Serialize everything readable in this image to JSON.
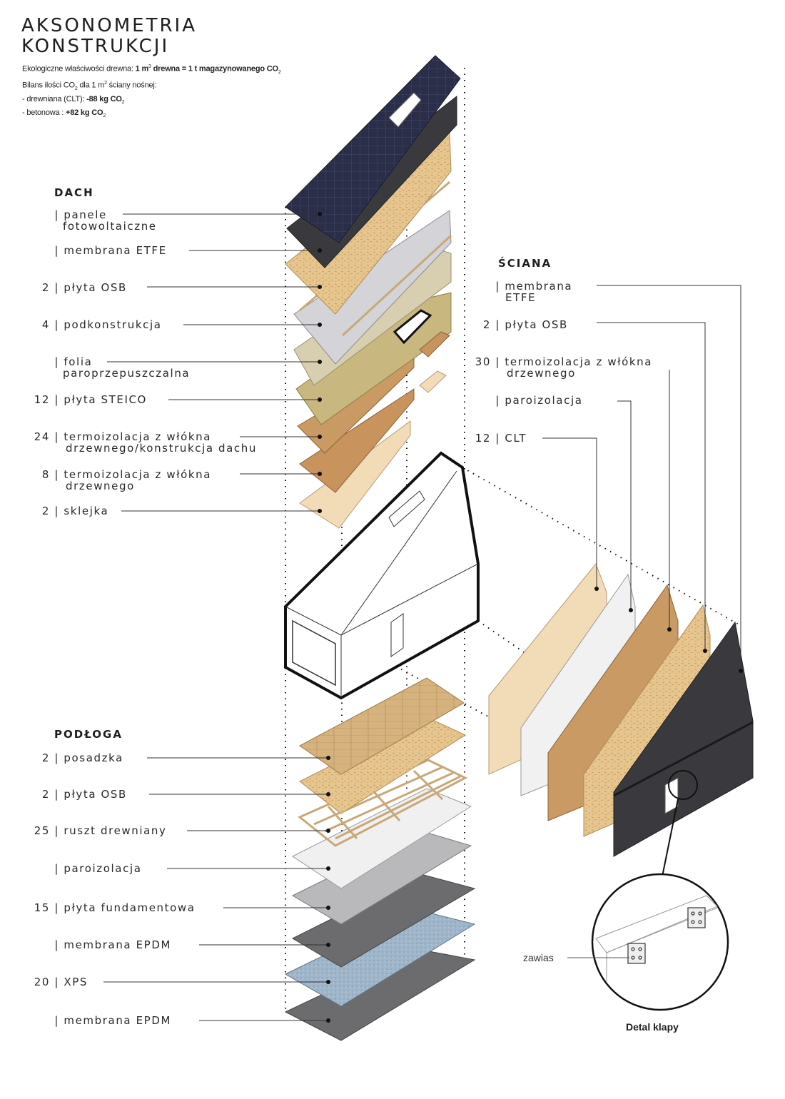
{
  "title": {
    "line1": "AKSONOMETRIA",
    "line2": "KONSTRUKCJI"
  },
  "eco": {
    "l1_pre": "Ekologiczne właściwości drewna: ",
    "l1_b1": "1 m",
    "l1_sup": "3",
    "l1_b2": " drewna = 1 t magazynowanego CO",
    "l1_sub": "2",
    "l2_pre": "Bilans ilości CO",
    "l2_sub": "2",
    "l2_mid": " dla 1 m",
    "l2_sup": "2",
    "l2_post": " ściany nośnej:",
    "l3_pre": "- drewniana (CLT): ",
    "l3_b": "-88 kg CO",
    "l3_sub": "2",
    "l4_pre": "- betonowa : ",
    "l4_b": "+82 kg CO",
    "l4_sub": "2"
  },
  "sections": {
    "dach": "DACH",
    "sciana": "ŚCIANA",
    "podloga": "PODŁOGA"
  },
  "dach_layers": [
    {
      "n": "",
      "a": "| panele",
      "b": "fotowoltaiczne"
    },
    {
      "n": "",
      "a": "| membrana ETFE",
      "b": ""
    },
    {
      "n": "2",
      "a": "| płyta OSB",
      "b": ""
    },
    {
      "n": "4",
      "a": "| podkonstrukcja",
      "b": ""
    },
    {
      "n": "",
      "a": "| folia",
      "b": "paroprzepuszczalna"
    },
    {
      "n": "12",
      "a": "| płyta STEICO",
      "b": ""
    },
    {
      "n": "24",
      "a": "| termoizolacja z włókna",
      "b": "drzewnego/konstrukcja dachu"
    },
    {
      "n": "8",
      "a": "| termoizolacja z włókna",
      "b": "drzewnego"
    },
    {
      "n": "2",
      "a": "| sklejka",
      "b": ""
    }
  ],
  "sciana_layers": [
    {
      "n": "",
      "a": "| membrana",
      "b": "ETFE"
    },
    {
      "n": "2",
      "a": "| płyta OSB",
      "b": ""
    },
    {
      "n": "30",
      "a": "| termoizolacja z włókna",
      "b": "drzewnego"
    },
    {
      "n": "",
      "a": "| paroizolacja",
      "b": ""
    },
    {
      "n": "12",
      "a": "| CLT",
      "b": ""
    }
  ],
  "podloga_layers": [
    {
      "n": "2",
      "a": "| posadzka"
    },
    {
      "n": "2",
      "a": "| płyta OSB"
    },
    {
      "n": "25",
      "a": "| ruszt drewniany"
    },
    {
      "n": "",
      "a": "| paroizolacja"
    },
    {
      "n": "15",
      "a": "| płyta fundamentowa"
    },
    {
      "n": "",
      "a": "| membrana EPDM"
    },
    {
      "n": "20",
      "a": "| XPS"
    },
    {
      "n": "",
      "a": "| membrana EPDM"
    }
  ],
  "detail": {
    "title": "Detal klapy",
    "zawias": "zawias"
  },
  "colors": {
    "solar": "#2b2e48",
    "membrane_dark": "#3a3a3e",
    "osb": "#e6c58f",
    "grey_layer": "#d4d4d8",
    "felt": "#c9b780",
    "steico": "#c99a63",
    "insulation": "#c8935c",
    "plywood": "#f2dcb8",
    "concrete": "#b9b9bb",
    "epdm": "#6c6c6e",
    "xps": "#9fb5c9",
    "floor_wood": "#d6b37e"
  }
}
